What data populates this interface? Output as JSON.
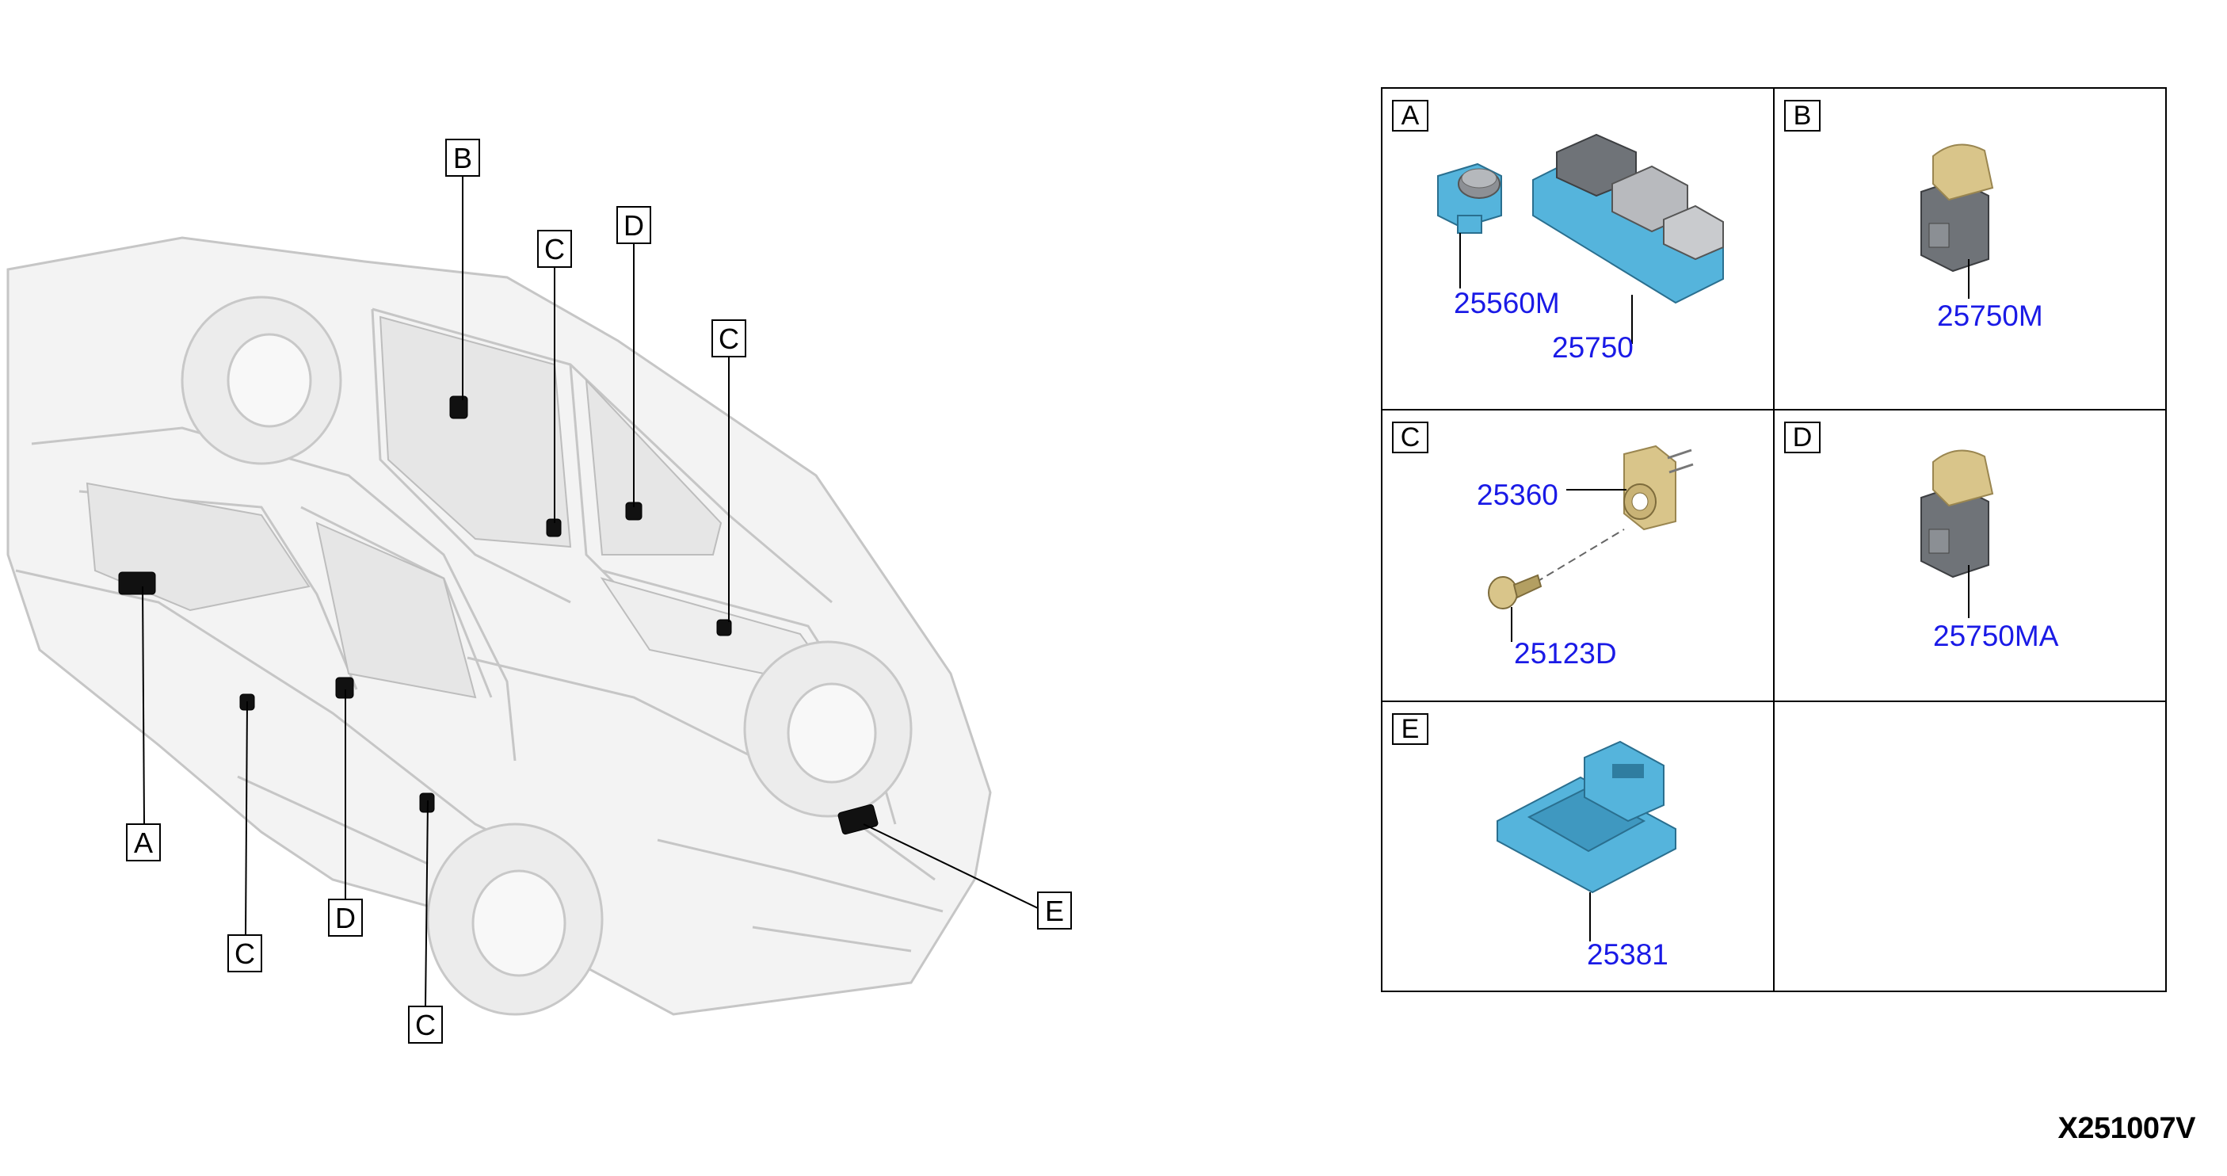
{
  "diagram": {
    "car_callouts": [
      {
        "id": "B",
        "label": "B"
      },
      {
        "id": "C-upper-left",
        "label": "C"
      },
      {
        "id": "D-upper",
        "label": "D"
      },
      {
        "id": "C-upper-right",
        "label": "C"
      },
      {
        "id": "A",
        "label": "A"
      },
      {
        "id": "C-lower-left",
        "label": "C"
      },
      {
        "id": "D-lower",
        "label": "D"
      },
      {
        "id": "C-lower",
        "label": "C"
      },
      {
        "id": "E",
        "label": "E"
      }
    ],
    "panels": [
      {
        "letter": "A",
        "parts": [
          "25560M",
          "25750"
        ]
      },
      {
        "letter": "B",
        "parts": [
          "25750M"
        ]
      },
      {
        "letter": "C",
        "parts": [
          "25360",
          "25123D"
        ]
      },
      {
        "letter": "D",
        "parts": [
          "25750MA"
        ]
      },
      {
        "letter": "E",
        "parts": [
          "25381"
        ]
      }
    ],
    "reference_code": "X251007V"
  },
  "colors": {
    "part_blue": "#55b4dc",
    "part_gold": "#d9c58a",
    "part_gray": "#6f7378",
    "label_blue": "#1a1ae6",
    "car_line": "#c4c4c4"
  }
}
